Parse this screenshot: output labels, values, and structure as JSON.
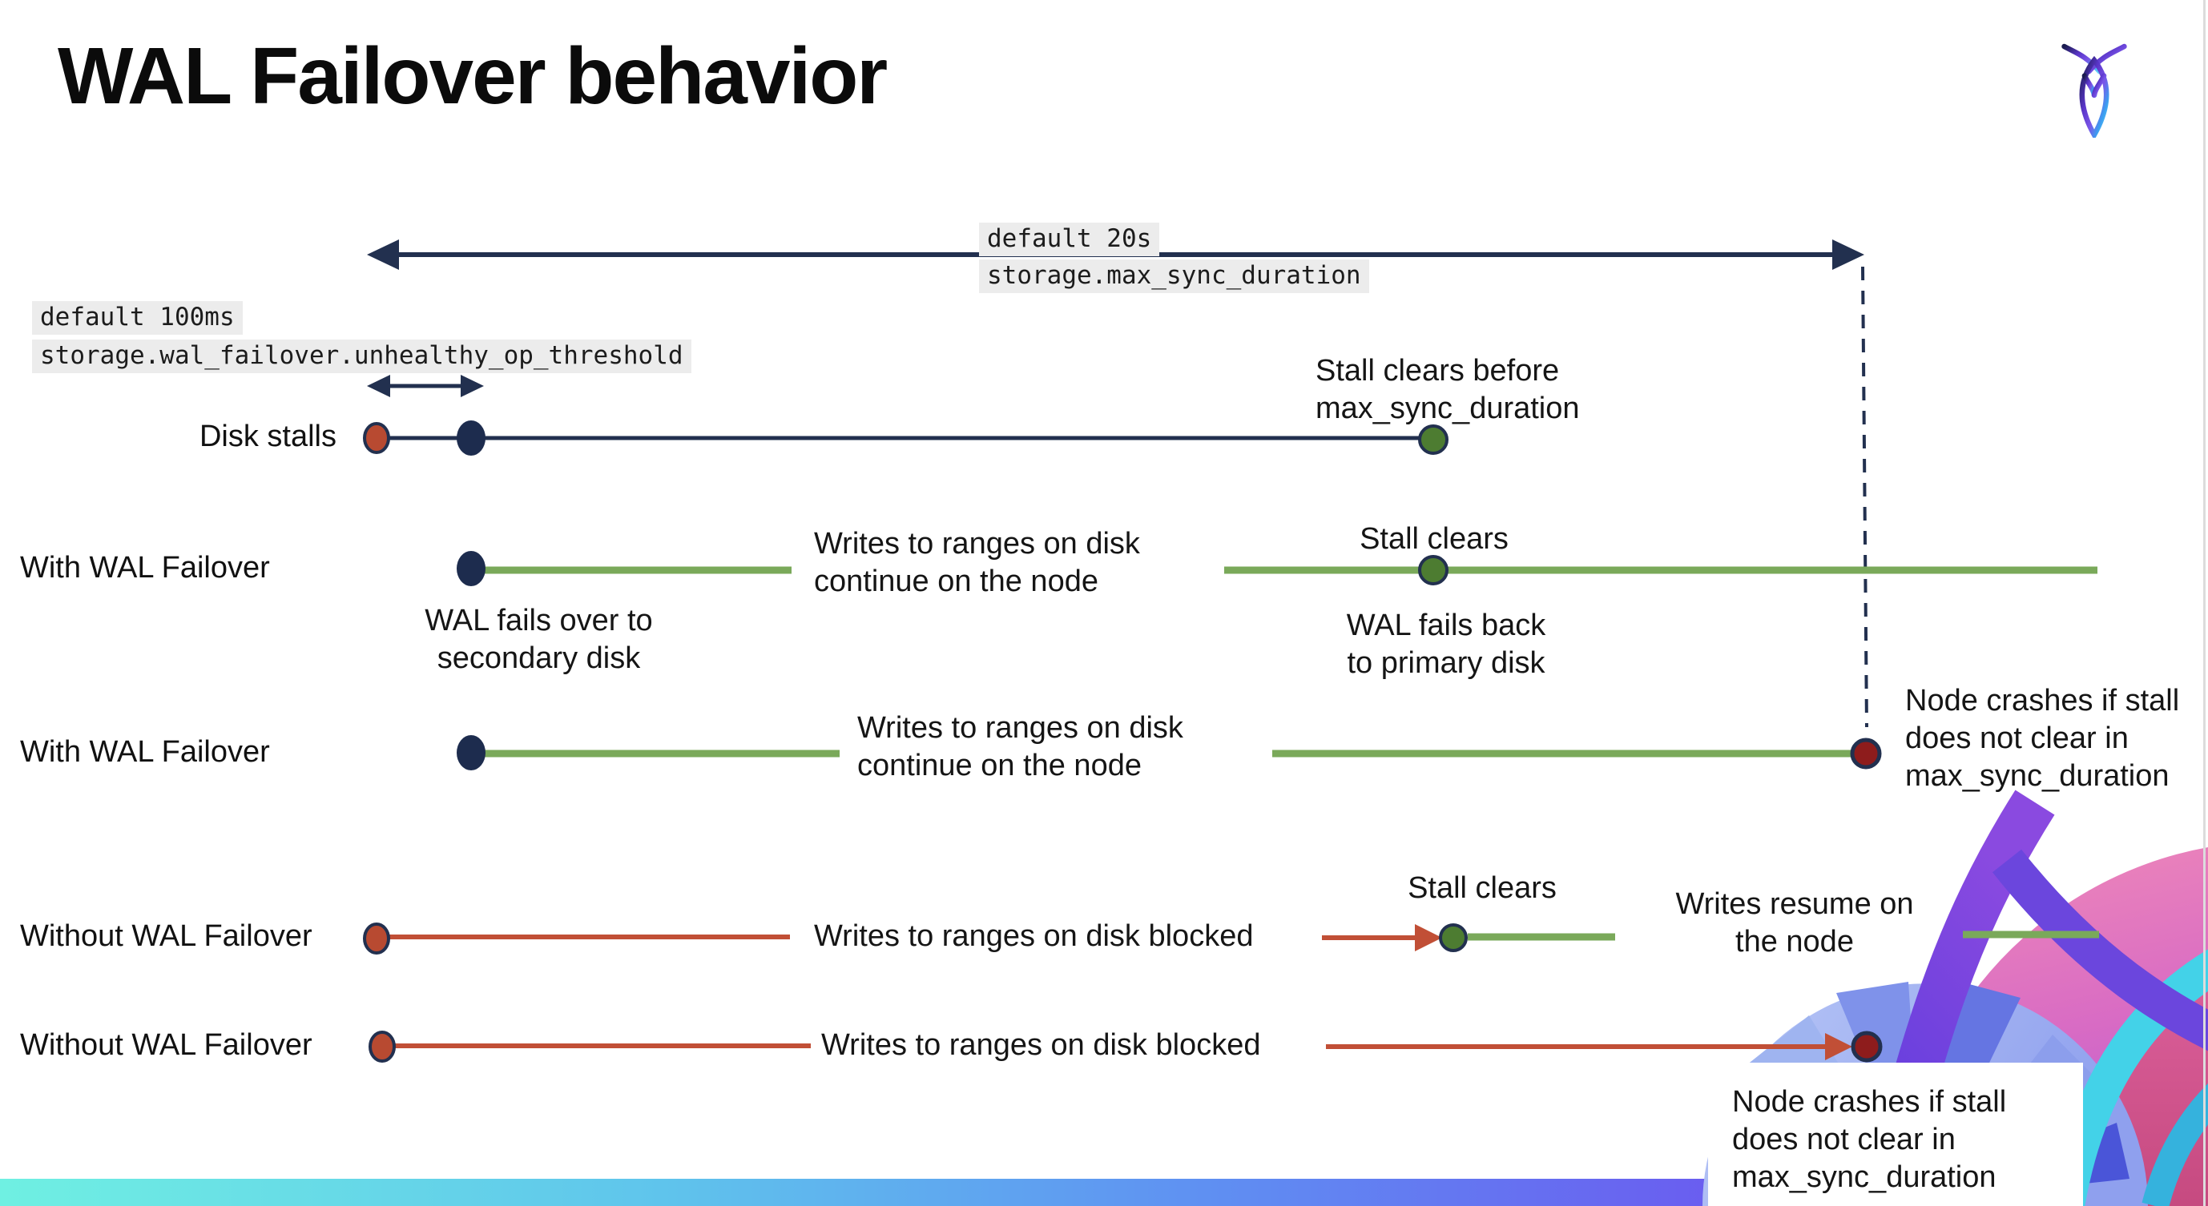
{
  "page": {
    "title": "WAL Failover behavior"
  },
  "logo": {
    "name": "cockroachdb-logo"
  },
  "config_labels": {
    "max_sync": {
      "default_value": "default 20s",
      "setting": "storage.max_sync_duration"
    },
    "threshold": {
      "default_value": "default 100ms",
      "setting": "storage.wal_failover.unhealthy_op_threshold"
    }
  },
  "rows": {
    "disk_stalls": {
      "label": "Disk stalls"
    },
    "with_failover_1": {
      "label": "With WAL Failover"
    },
    "with_failover_2": {
      "label": "With WAL Failover"
    },
    "without_failover_1": {
      "label": "Without WAL Failover"
    },
    "without_failover_2": {
      "label": "Without WAL Failover"
    }
  },
  "callouts": {
    "stall_clears_before": "Stall clears before\nmax_sync_duration",
    "wal_fails_over": "WAL fails over to\nsecondary disk",
    "writes_continue": "Writes to ranges on disk\ncontinue on the node",
    "stall_clears": "Stall clears",
    "wal_fails_back": "WAL fails  back\nto primary disk",
    "node_crashes": "Node crashes if stall\ndoes not clear in\nmax_sync_duration",
    "writes_blocked": "Writes to ranges on disk  blocked",
    "writes_resume": "Writes resume on\nthe node"
  },
  "colors": {
    "navy": "#22304f",
    "green_line": "#7aa95a",
    "green_dot": "#4d7c31",
    "red_line": "#c14f36",
    "red_dot": "#b84a31",
    "maroon_dot": "#8e1c1c",
    "chip_bg": "#ececec",
    "footer_gradient": [
      "#6ff0e2",
      "#5f8ff2",
      "#7650f0"
    ]
  }
}
